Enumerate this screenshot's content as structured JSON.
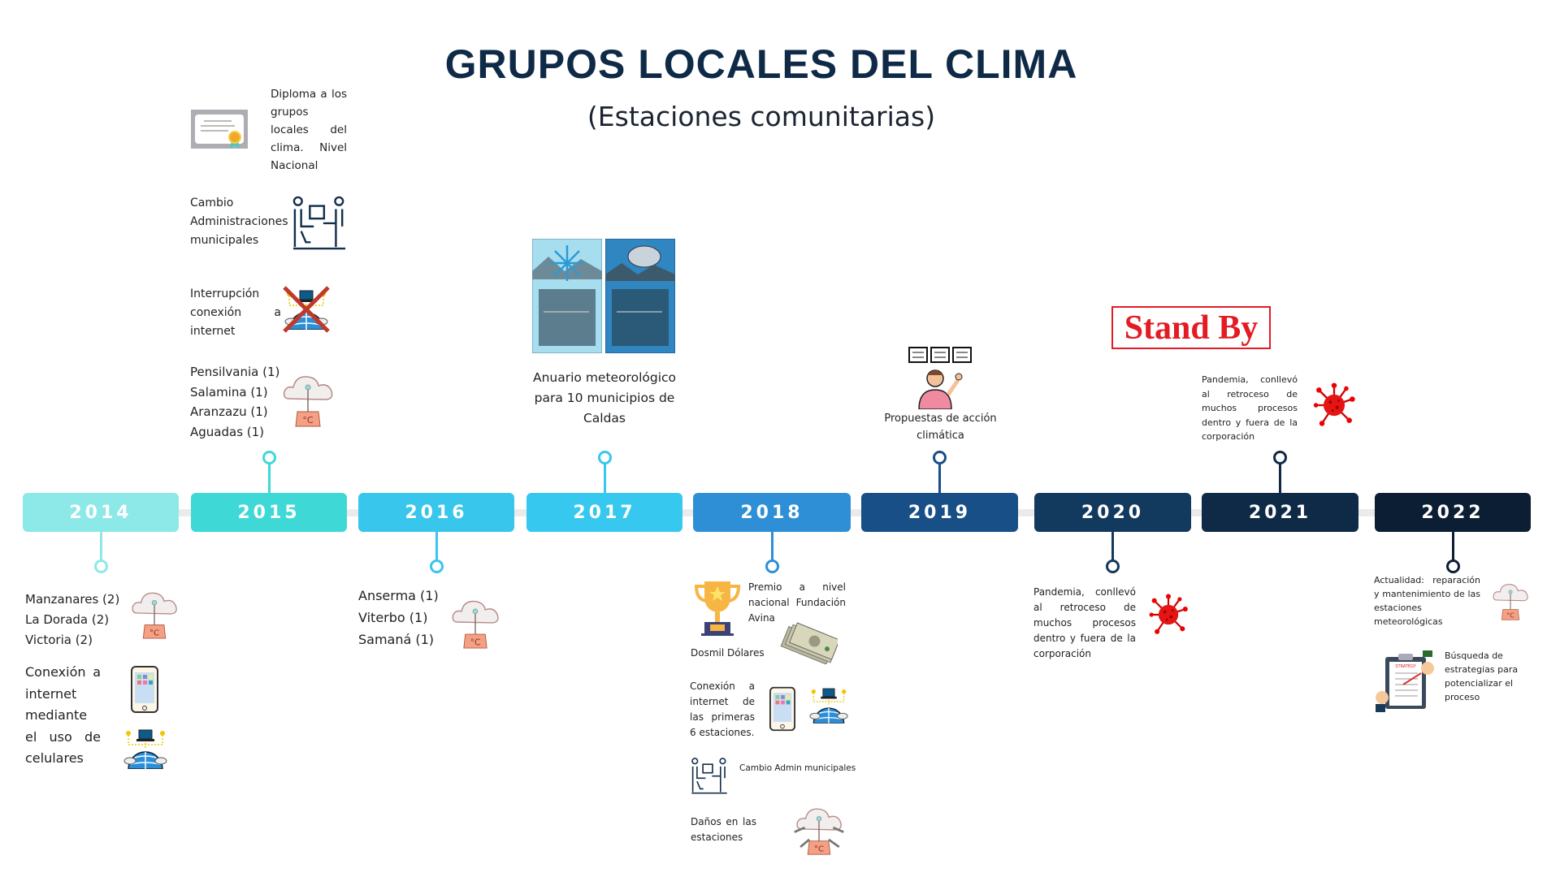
{
  "title": "GRUPOS LOCALES DEL CLIMA",
  "subtitle": "(Estaciones comunitarias)",
  "years": [
    {
      "label": "2014",
      "color": "#8de8e8"
    },
    {
      "label": "2015",
      "color": "#3ed9d6"
    },
    {
      "label": "2016",
      "color": "#38c6ec"
    },
    {
      "label": "2017",
      "color": "#36c8ee"
    },
    {
      "label": "2018",
      "color": "#2e8fd6"
    },
    {
      "label": "2019",
      "color": "#174f86"
    },
    {
      "label": "2020",
      "color": "#12395e"
    },
    {
      "label": "2021",
      "color": "#0f2a47"
    },
    {
      "label": "2022",
      "color": "#0c1e33"
    }
  ],
  "y2014": {
    "stations": [
      "Manzanares (2)",
      "La Dorada (2)",
      "Victoria (2)"
    ],
    "connection": "Conexión a internet mediante el uso de celulares"
  },
  "y2015": {
    "diploma": "Diploma a los grupos locales del clima. Nivel Nacional",
    "admin_change": "Cambio Administraciones municipales",
    "interruption": "Interrupción conexión a internet",
    "stations": [
      "Pensilvania (1)",
      "Salamina (1)",
      "Aranzazu (1)",
      "Aguadas (1)"
    ]
  },
  "y2016": {
    "stations": [
      "Anserma (1)",
      "Viterbo (1)",
      "Samaná (1)"
    ]
  },
  "y2017": {
    "yearbook": "Anuario meteorológico para 10 municipios de Caldas"
  },
  "y2018": {
    "award": "Premio a nivel nacional Fundación Avina",
    "money": "Dosmil Dólares",
    "connection": "Conexión a internet de las primeras 6 estaciones.",
    "admin_change": "Cambio Admin municipales",
    "damage": "Daños en las estaciones"
  },
  "y2019": {
    "proposals": "Propuestas de acción climática"
  },
  "y2020": {
    "pandemic": "Pandemia, conllevó al retroceso de muchos procesos dentro y fuera de la corporación"
  },
  "y2021": {
    "stamp": "Stand By",
    "pandemic": "Pandemia, conllevó al retroceso de muchos procesos dentro y fuera de la corporación"
  },
  "y2022": {
    "current": "Actualidad: reparación y mantenimiento de las estaciones meteorológicas",
    "strategy": "Búsqueda de estrategias para potencializar el proceso"
  }
}
